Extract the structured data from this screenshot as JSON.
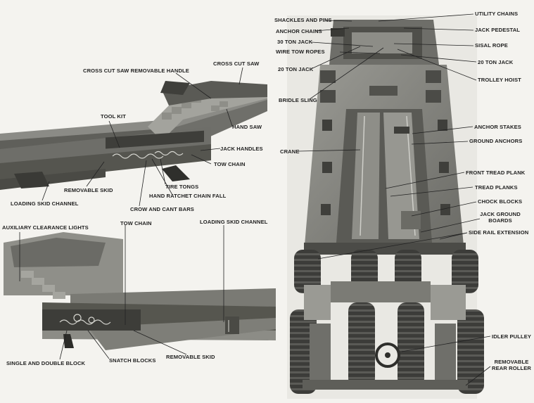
{
  "top_left": {
    "cross_cut_saw_removable_handle": "CROSS CUT SAW REMOVABLE HANDLE",
    "cross_cut_saw": "CROSS CUT SAW",
    "tool_kit": "TOOL KIT",
    "hand_saw": "HAND SAW",
    "jack_handles": "JACK HANDLES",
    "tow_chain": "TOW CHAIN",
    "tire_tongs": "TIRE TONGS",
    "removable_skid": "REMOVABLE SKID",
    "hand_ratchet_chain_fall": "HAND RATCHET CHAIN FALL",
    "loading_skid_channel": "LOADING SKID CHANNEL",
    "crow_and_cant_bars": "CROW AND CANT BARS"
  },
  "bottom_left": {
    "auxiliary_clearance_lights": "AUXILIARY CLEARANCE LIGHTS",
    "tow_chain": "TOW CHAIN",
    "loading_skid_channel": "LOADING SKID CHANNEL",
    "single_and_double_block": "SINGLE AND DOUBLE BLOCK",
    "snatch_blocks": "SNATCH BLOCKS",
    "removable_skid": "REMOVABLE SKID"
  },
  "right": {
    "shackles_and_pins": "SHACKLES AND PINS",
    "anchor_chains": "ANCHOR CHAINS",
    "thirty_ton_jack": "30 TON JACK",
    "wire_tow_ropes": "WIRE TOW ROPES",
    "twenty_ton_jack_left": "20 TON JACK",
    "bridle_sling": "BRIDLE SLING",
    "crane": "CRANE",
    "utility_chains": "UTILITY CHAINS",
    "jack_pedestal": "JACK PEDESTAL",
    "sisal_rope": "SISAL ROPE",
    "twenty_ton_jack_right": "20 TON JACK",
    "trolley_hoist": "TROLLEY HOIST",
    "anchor_stakes": "ANCHOR STAKES",
    "ground_anchors": "GROUND ANCHORS",
    "front_tread_plank": "FRONT TREAD PLANK",
    "tread_planks": "TREAD PLANKS",
    "chock_blocks": "CHOCK BLOCKS",
    "jack_ground_boards": "JACK GROUND BOARDS",
    "side_rail_extension": "SIDE RAIL EXTENSION",
    "idler_pulley": "IDLER PULLEY",
    "removable_rear_roller": "REMOVABLE REAR ROLLER"
  }
}
